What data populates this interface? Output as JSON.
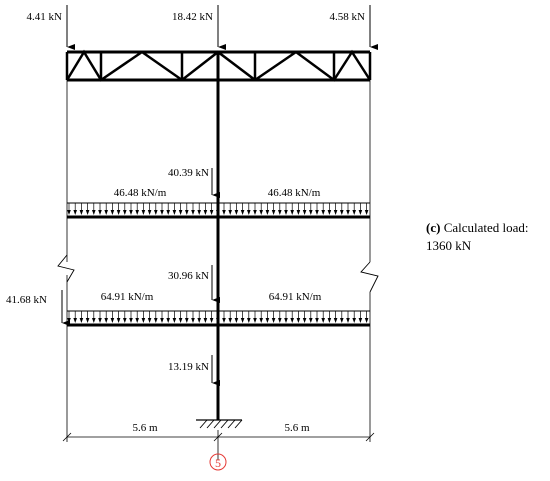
{
  "diagram": {
    "top_loads": [
      "4.41 kN",
      "18.42 kN",
      "4.58 kN"
    ],
    "floor2": {
      "point_load": "40.39 kN",
      "udl_left": "46.48 kN/m",
      "udl_right": "46.48 kN/m"
    },
    "floor1": {
      "point_load": "30.96 kN",
      "udl_left": "64.91 kN/m",
      "udl_right": "64.91 kN/m",
      "side_load": "41.68 kN"
    },
    "base_load": "13.19 kN",
    "span_left": "5.6 m",
    "span_right": "5.6 m",
    "axis_label": "5"
  },
  "caption": {
    "label": "(c)",
    "text_line1": " Calculated load:",
    "text_line2": "1360 kN"
  },
  "colors": {
    "line": "#000000",
    "axis_marker": "#e53935"
  }
}
